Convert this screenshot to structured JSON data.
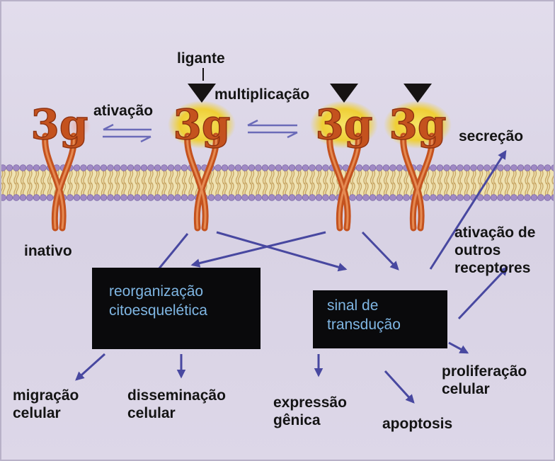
{
  "labels": {
    "ligante": "ligante",
    "multiplicacao": "multiplicação",
    "ativacao": "ativação",
    "inativo": "inativo",
    "secrecao": "secreção",
    "ativacao_outros": [
      "ativação de",
      "outros",
      "receptores"
    ],
    "migracao": [
      "migração",
      "celular"
    ],
    "disseminacao": [
      "disseminação",
      "celular"
    ],
    "expressao": [
      "expressão",
      "gênica"
    ],
    "apoptosis": "apoptosis",
    "proliferacao": [
      "proliferação",
      "celular"
    ]
  },
  "boxes": {
    "reorganizacao": [
      "reorganização",
      "citoesquelética"
    ],
    "sinal": [
      "sinal de",
      "transdução"
    ]
  },
  "receptor_glyph": "3g",
  "colors": {
    "background": "#dcd6e8",
    "receptor": "#c4521e",
    "ligand_halo": "#f2d33a",
    "ligand": "#161313",
    "arrow": "#4848a0",
    "box": "#0a0a0c",
    "box_text": "#7fb6e3",
    "membrane_head": "#a08ac4"
  }
}
